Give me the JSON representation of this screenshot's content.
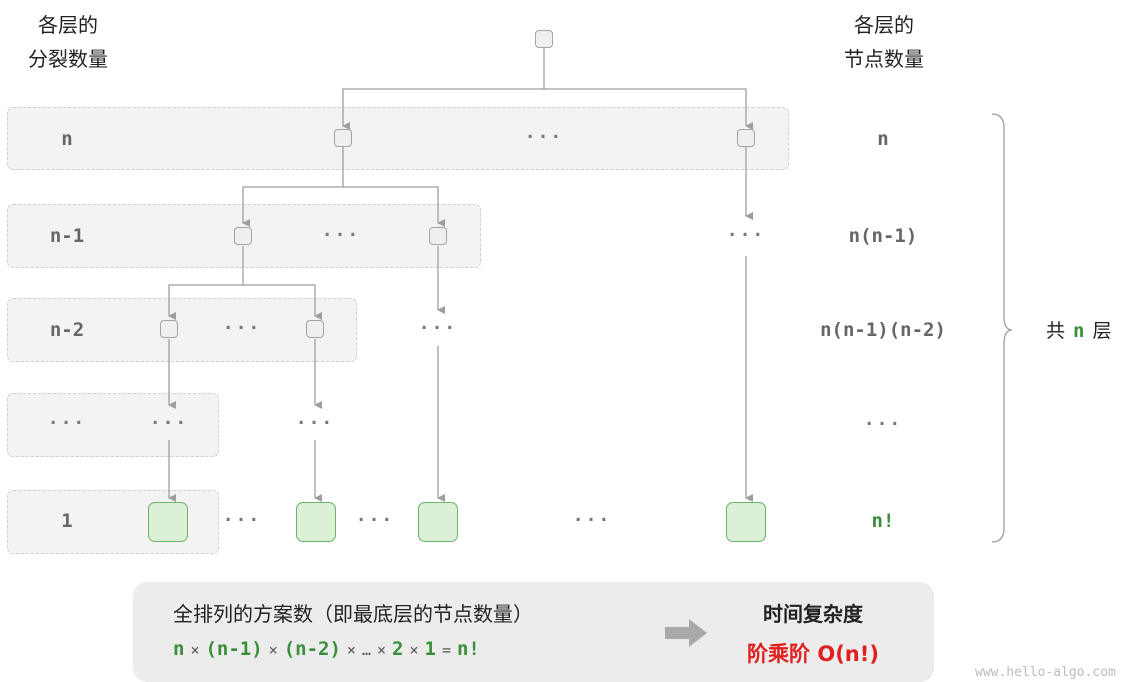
{
  "headers": {
    "left": [
      "各层的",
      "分裂数量"
    ],
    "right": [
      "各层的",
      "节点数量"
    ]
  },
  "rows": [
    {
      "split": "n",
      "count": "n"
    },
    {
      "split": "n-1",
      "count": "n(n-1)"
    },
    {
      "split": "n-2",
      "count": "n(n-1)(n-2)"
    },
    {
      "split": "···",
      "count": "···"
    },
    {
      "split": "1",
      "count": "n!"
    }
  ],
  "ellipsis": "···",
  "brace_label": {
    "pre": "共",
    "n": "n",
    "post": "层"
  },
  "summary": {
    "title": "全排列的方案数（即最底层的节点数量）",
    "formula": [
      "n",
      "(n-1)",
      "(n-2)",
      "…",
      "2",
      "1"
    ],
    "times": "×",
    "equals": "=",
    "result": "n!",
    "complexity_title": "时间复杂度",
    "complexity_value": "阶乘阶 O(n!)"
  },
  "watermark": "www.hello-algo.com"
}
